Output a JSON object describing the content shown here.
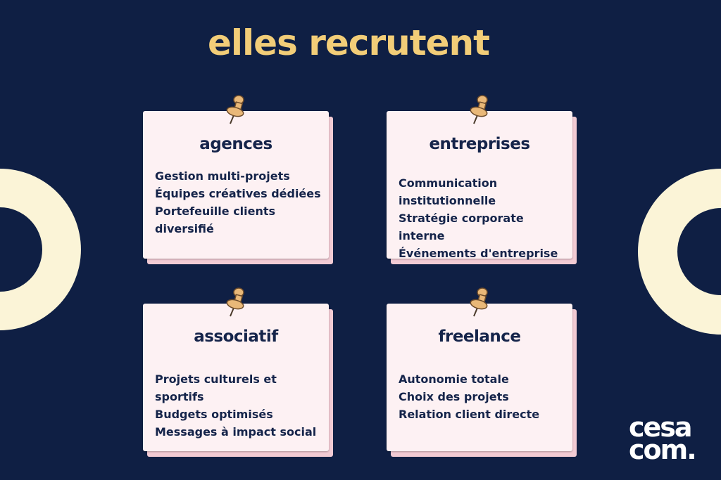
{
  "title": "elles recrutent",
  "cards": [
    {
      "heading": "agences",
      "items": [
        "Gestion multi-projets",
        "Équipes créatives dédiées",
        "Portefeuille clients diversifié"
      ]
    },
    {
      "heading": "entreprises",
      "items": [
        "Communication institutionnelle",
        "Stratégie corporate interne",
        "Événements d'entreprise"
      ]
    },
    {
      "heading": "associatif",
      "items": [
        "Projets culturels et sportifs",
        "Budgets optimisés",
        "Messages à impact social"
      ]
    },
    {
      "heading": "freelance",
      "items": [
        "Autonomie totale",
        "Choix des projets",
        "Relation client directe"
      ]
    }
  ],
  "logo": {
    "line1": "cesa",
    "line2": "com."
  },
  "colors": {
    "background": "#0f1f44",
    "title": "#f2cd78",
    "card": "#fdf1f3",
    "accent": "#f5c518"
  }
}
